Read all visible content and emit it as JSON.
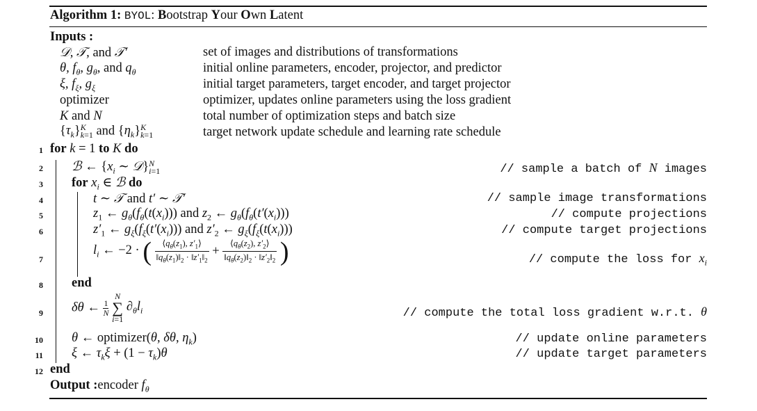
{
  "header": {
    "algo_label": "Algorithm 1:",
    "algo_code": "BYOL",
    "algo_rest": ": Bootstrap Your Own Latent"
  },
  "inputs": {
    "heading": "Inputs :",
    "rows": [
      {
        "sym": "𝒟, 𝒯, and 𝒯′",
        "desc": "set of images and distributions of transformations"
      },
      {
        "sym": "θ, f_θ, g_θ, and q_θ",
        "desc": "initial online parameters, encoder, projector, and predictor"
      },
      {
        "sym": "ξ, f_ξ, g_ξ",
        "desc": "initial target parameters, target encoder, and target projector"
      },
      {
        "sym": "optimizer",
        "desc": "optimizer, updates online parameters using the loss gradient"
      },
      {
        "sym": "K and N",
        "desc": "total number of optimization steps and batch size"
      },
      {
        "sym": "{τ_k}_{k=1}^K and {η_k}_{k=1}^K",
        "desc": "target network update schedule and learning rate schedule"
      }
    ]
  },
  "lines": [
    {
      "num": "1",
      "kw1": "for",
      "mid": "k = 1",
      "kw2": "to",
      "mid2": "K",
      "kw3": "do"
    },
    {
      "num": "2",
      "stmt": "ℬ ← {x_i ∼ 𝒟}_{i=1}^N",
      "comment": "// sample a batch of N images"
    },
    {
      "num": "3",
      "kw1": "for",
      "mid": "x_i ∈ ℬ",
      "kw3": "do"
    },
    {
      "num": "4",
      "stmt": "t ∼ 𝒯 and t′ ∼ 𝒯′",
      "comment": "// sample image transformations"
    },
    {
      "num": "5",
      "stmt": "z₁ ← g_θ(f_θ(t(x_i))) and z₂ ← g_θ(f_θ(t′(x_i)))",
      "comment": "// compute projections"
    },
    {
      "num": "6",
      "stmt": "z′₁ ← g_ξ(f_ξ(t′(x_i))) and z′₂ ← g_ξ(f_ξ(t(x_i)))",
      "comment": "// compute target projections"
    },
    {
      "num": "7",
      "stmt": "l_i ← −2 ·",
      "comment": "// compute the loss for x_i"
    },
    {
      "num": "8",
      "kw1": "end"
    },
    {
      "num": "9",
      "stmt": "δθ ←",
      "comment": "// compute the total loss gradient w.r.t. θ"
    },
    {
      "num": "10",
      "stmt": "θ ← optimizer(θ, δθ, η_k)",
      "comment": "// update online parameters"
    },
    {
      "num": "11",
      "stmt": "ξ ← τ_kξ + (1 − τ_k)θ",
      "comment": "// update target parameters"
    },
    {
      "num": "12",
      "kw1": "end"
    }
  ],
  "output": {
    "label": "Output :",
    "value": "encoder f_θ"
  }
}
